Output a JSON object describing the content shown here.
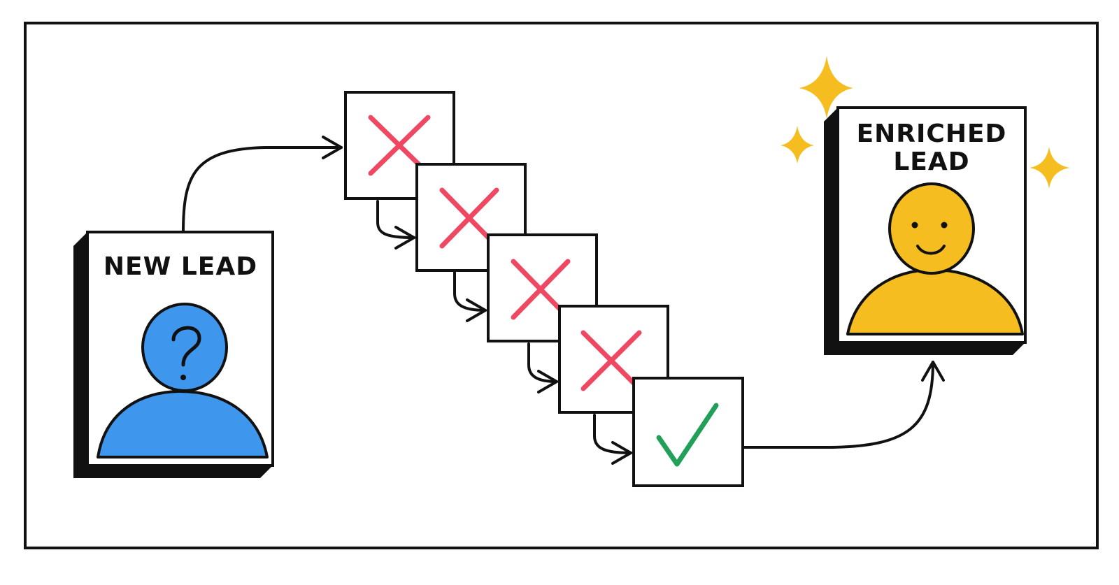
{
  "new_lead": {
    "label": "NEW LEAD",
    "figure_color": "#3E97EC",
    "icon": "question-mark-icon"
  },
  "enriched_lead": {
    "label_line1": "ENRICHED",
    "label_line2": "LEAD",
    "figure_color": "#F5BD1F",
    "icon": "smiley-face-icon"
  },
  "attempts": [
    {
      "result": "fail",
      "icon": "x-mark-icon"
    },
    {
      "result": "fail",
      "icon": "x-mark-icon"
    },
    {
      "result": "fail",
      "icon": "x-mark-icon"
    },
    {
      "result": "fail",
      "icon": "x-mark-icon"
    },
    {
      "result": "success",
      "icon": "check-mark-icon"
    }
  ],
  "colors": {
    "fail": "#EE4862",
    "success": "#22A05A",
    "sparkle": "#F5BD1F",
    "ink": "#111111"
  }
}
